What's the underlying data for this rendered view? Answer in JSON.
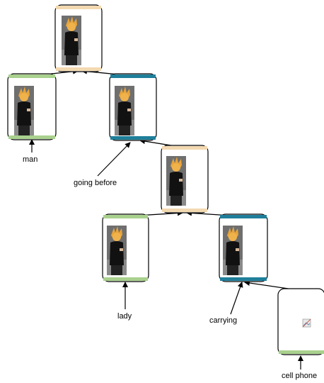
{
  "diagram": {
    "nodes": [
      {
        "id": "root",
        "kind": "composite",
        "color": "#f3d9b1"
      },
      {
        "id": "man",
        "kind": "object",
        "color": "#a9d18e"
      },
      {
        "id": "going-before",
        "kind": "relation",
        "color": "#1f7f9a"
      },
      {
        "id": "sub",
        "kind": "composite",
        "color": "#f3d9b1"
      },
      {
        "id": "lady",
        "kind": "object",
        "color": "#a9d18e"
      },
      {
        "id": "carrying",
        "kind": "relation",
        "color": "#1f7f9a"
      },
      {
        "id": "cell-phone",
        "kind": "object",
        "color": "#a9d18e"
      }
    ],
    "labels": {
      "man": "man",
      "going_before": "going before",
      "lady": "lady",
      "carrying": "carrying",
      "cell_phone": "cell phone"
    }
  }
}
